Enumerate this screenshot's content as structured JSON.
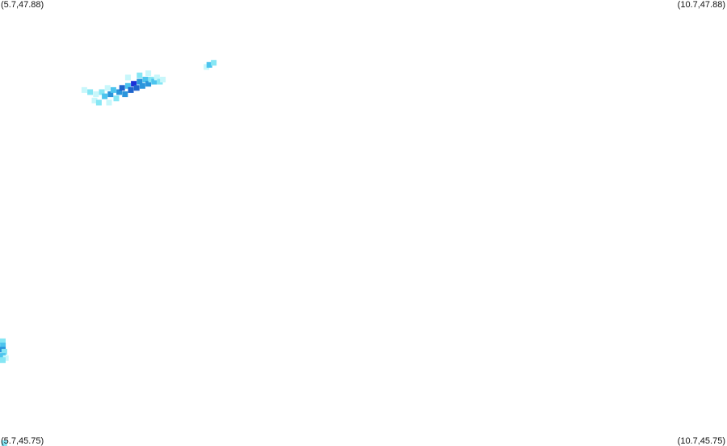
{
  "map": {
    "corners": {
      "top_left": "(5.7,47.88)",
      "top_right": "(10.7,47.88)",
      "bottom_left": "(5.7,45.75)",
      "bottom_right": "(10.7,45.75)"
    },
    "bounds": {
      "lon_min": 5.7,
      "lon_max": 10.7,
      "lat_min": 45.75,
      "lat_max": 47.88
    },
    "intensity_colors": {
      "very_light": "#c8f7fb",
      "light": "#86e6f4",
      "medium_light": "#4cc4ee",
      "medium": "#2a95dc",
      "strong": "#1e64cc",
      "very_strong": "#1a2fd8"
    },
    "precipitation_areas": [
      {
        "id": "cell-northwest",
        "cells": [
          {
            "lon": 6.28,
            "lat": 47.45,
            "level": "very_light"
          },
          {
            "lon": 6.32,
            "lat": 47.44,
            "level": "light"
          },
          {
            "lon": 6.36,
            "lat": 47.43,
            "level": "very_light"
          },
          {
            "lon": 6.4,
            "lat": 47.44,
            "level": "light"
          },
          {
            "lon": 6.42,
            "lat": 47.42,
            "level": "medium_light"
          },
          {
            "lon": 6.44,
            "lat": 47.46,
            "level": "very_light"
          },
          {
            "lon": 6.46,
            "lat": 47.43,
            "level": "medium"
          },
          {
            "lon": 6.48,
            "lat": 47.45,
            "level": "medium_light"
          },
          {
            "lon": 6.5,
            "lat": 47.41,
            "level": "light"
          },
          {
            "lon": 6.52,
            "lat": 47.44,
            "level": "medium"
          },
          {
            "lon": 6.54,
            "lat": 47.46,
            "level": "strong"
          },
          {
            "lon": 6.56,
            "lat": 47.43,
            "level": "medium"
          },
          {
            "lon": 6.58,
            "lat": 47.47,
            "level": "medium_light"
          },
          {
            "lon": 6.6,
            "lat": 47.45,
            "level": "strong"
          },
          {
            "lon": 6.62,
            "lat": 47.48,
            "level": "very_strong"
          },
          {
            "lon": 6.64,
            "lat": 47.46,
            "level": "strong"
          },
          {
            "lon": 6.66,
            "lat": 47.49,
            "level": "medium"
          },
          {
            "lon": 6.68,
            "lat": 47.47,
            "level": "medium"
          },
          {
            "lon": 6.7,
            "lat": 47.5,
            "level": "medium_light"
          },
          {
            "lon": 6.72,
            "lat": 47.48,
            "level": "medium"
          },
          {
            "lon": 6.74,
            "lat": 47.5,
            "level": "light"
          },
          {
            "lon": 6.76,
            "lat": 47.49,
            "level": "medium_light"
          },
          {
            "lon": 6.78,
            "lat": 47.51,
            "level": "very_light"
          },
          {
            "lon": 6.8,
            "lat": 47.49,
            "level": "light"
          },
          {
            "lon": 6.82,
            "lat": 47.5,
            "level": "very_light"
          },
          {
            "lon": 6.35,
            "lat": 47.4,
            "level": "very_light"
          },
          {
            "lon": 6.38,
            "lat": 47.39,
            "level": "light"
          },
          {
            "lon": 6.45,
            "lat": 47.39,
            "level": "very_light"
          },
          {
            "lon": 6.58,
            "lat": 47.51,
            "level": "very_light"
          },
          {
            "lon": 6.66,
            "lat": 47.52,
            "level": "light"
          },
          {
            "lon": 6.72,
            "lat": 47.53,
            "level": "very_light"
          }
        ]
      },
      {
        "id": "cell-small-north",
        "cells": [
          {
            "lon": 7.12,
            "lat": 47.56,
            "level": "very_light"
          },
          {
            "lon": 7.14,
            "lat": 47.57,
            "level": "medium_light"
          },
          {
            "lon": 7.17,
            "lat": 47.58,
            "level": "light"
          }
        ]
      },
      {
        "id": "cell-southwest-edge",
        "cells": [
          {
            "lon": 5.7,
            "lat": 46.25,
            "level": "light"
          },
          {
            "lon": 5.72,
            "lat": 46.23,
            "level": "medium_light"
          },
          {
            "lon": 5.7,
            "lat": 46.21,
            "level": "medium"
          },
          {
            "lon": 5.73,
            "lat": 46.2,
            "level": "light"
          },
          {
            "lon": 5.71,
            "lat": 46.18,
            "level": "medium_light"
          },
          {
            "lon": 5.74,
            "lat": 46.17,
            "level": "very_light"
          },
          {
            "lon": 5.7,
            "lat": 46.16,
            "level": "light"
          }
        ]
      },
      {
        "id": "cell-bottom-edge",
        "cells": [
          {
            "lon": 5.73,
            "lat": 45.76,
            "level": "light"
          }
        ]
      }
    ]
  }
}
